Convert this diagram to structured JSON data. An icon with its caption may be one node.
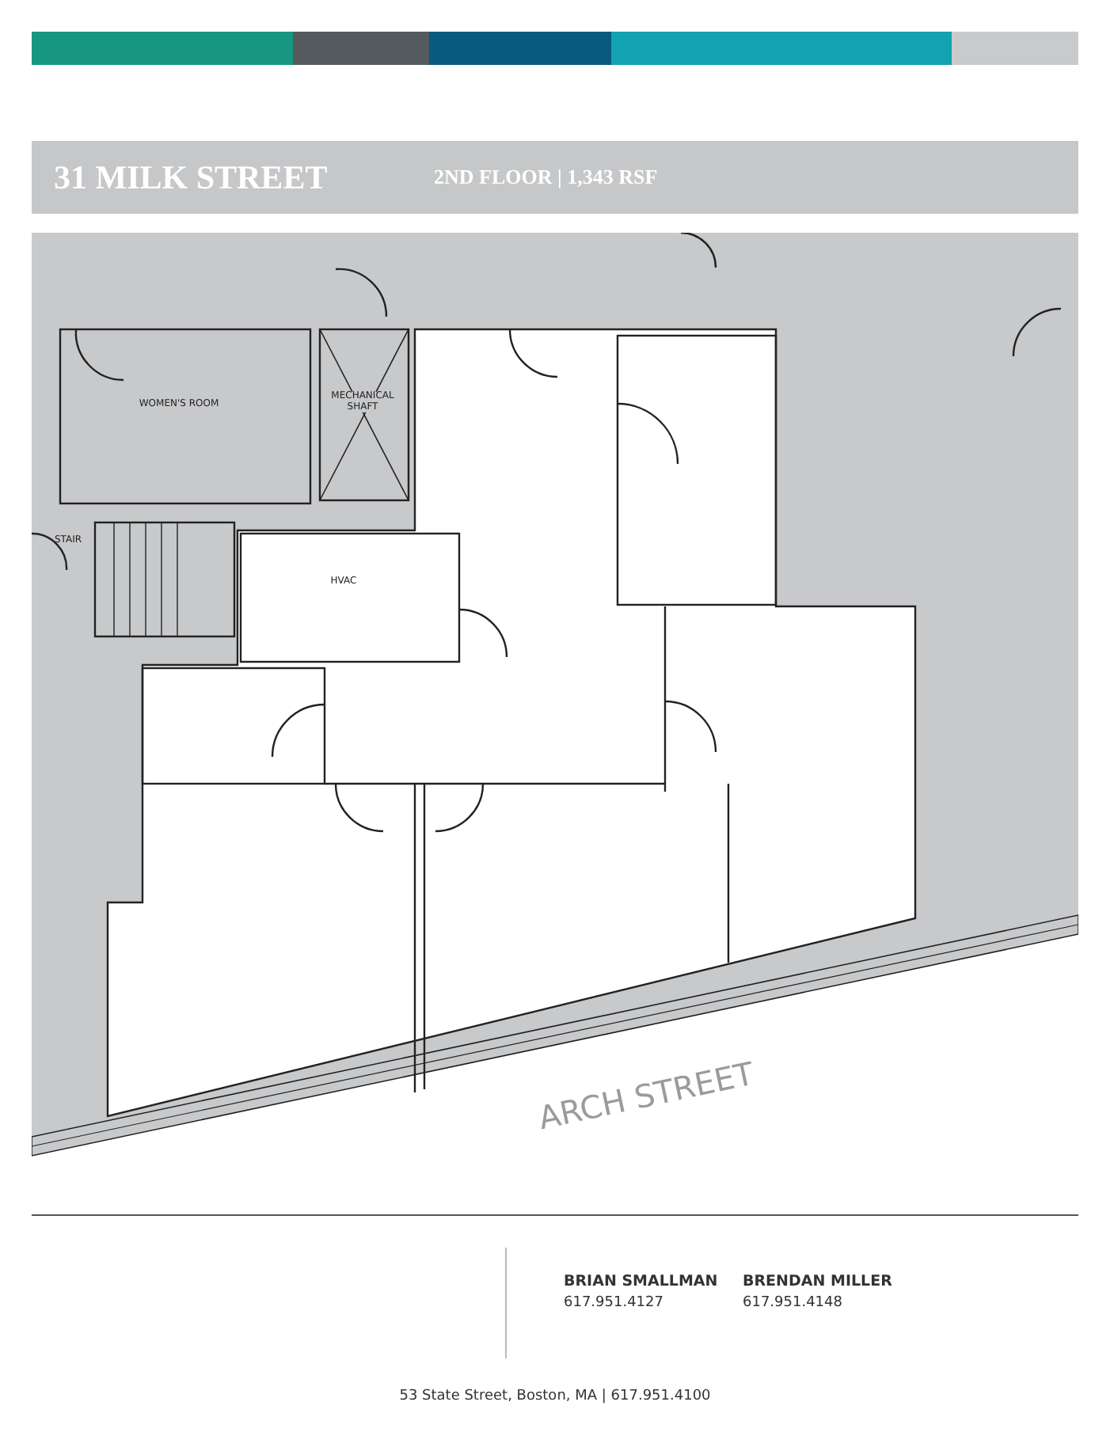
{
  "diagram": {
    "title": "31 MILK STREET",
    "labels": [
      "2ND FLOOR | 1,343 RSF",
      "WOMEN'S ROOM",
      "MECHANICAL SHAFT",
      "STAIR",
      "HVAC",
      "ARCH STREET",
      "BRIAN SMALLMAN",
      "617.951.4127",
      "BRENDAN MILLER",
      "617.951.4148",
      "53 State Street, Boston, MA | 617.951.4100"
    ]
  }
}
